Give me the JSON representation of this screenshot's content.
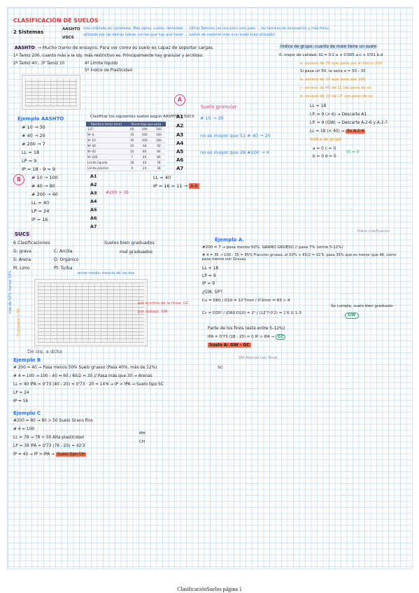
{
  "title": "CLASIFICACIÓN DE SUELOS",
  "sistemas": {
    "label": "2 Sistemas",
    "aashto": "AASHTO",
    "uscs": "USCS",
    "note1": "más utilizada en carreteras. Más datos, suelos, densidad, ... (Otra) Tamices (se usa poco solo para ... los tamices de excavación y más finos)",
    "note2": "utilizado por las demás (obras con las que hay que hacer ... suelos de material más a un suelo más utilizado)"
  },
  "aashto_line": {
    "label": "AASHTO",
    "text1": "→ Mucho tramo de ensayos. Para ver como es suelo es capaz de soportar cargas.",
    "t1": "1º Tamiz 200, cuanto más a la izq. más restrictivo es. Principalmente hay granular y arcilloso.",
    "t2": "2º Tamiz 40 , 3º Tamiz 10",
    "t3": "4º Límite líquido",
    "t4": "5º Índice de Plasticidad"
  },
  "indice_grupo": {
    "title": "Índice de grupo: cuanto de malo tiene un suelo",
    "formula": "0: mejor de calidad. IG = 0'2 a + 0'005 a.c + 0'01 b.d",
    "a": "a: exceso de 35 que pasa por el tamiz 200",
    "ex1": "Si pasa un 50, la sería a = 50 - 35",
    "b": "b: exceso de 15 que pasa por 200",
    "c": "c: exceso de 40 de LL (en peso de so",
    "d": "d: exceso de 10 de I.P. (en peso de so"
  },
  "suelo_granular": "Suelo granular",
  "circle_a": "A",
  "circle_b": "B",
  "a_rows": {
    "a1": "A1",
    "a2": "A2",
    "a3": "A3",
    "a4": "A4",
    "a5": "A5",
    "a6": "A6",
    "a7": "A7",
    "arrow1": "# 10 → 30",
    "arrow2": "no es mayor que 51 # 40 → 20",
    "arrow3": "no es mayor que 36 #200 → 4"
  },
  "ejemplo_aashto": {
    "title": "Ejemplo AASHTO",
    "rows": [
      "# 10 → 30",
      "# 40 → 20",
      "# 200 → 7",
      "LL = 18",
      "LP = 9",
      "IP = 18 - 9 = 9"
    ]
  },
  "table": {
    "caption": "Clasificar los siguientes suelos según AASHTO y SUCS",
    "headers": [
      "Abertura tamiz (mm)",
      "Porcentaje que pasa",
      "",
      ""
    ],
    "rows": [
      [
        "1/2\"",
        "60",
        "100",
        "100"
      ],
      [
        "Nº 4",
        "35",
        "100",
        "100"
      ],
      [
        "Nº 10",
        "30",
        "100",
        "100"
      ],
      [
        "Nº 40",
        "20",
        "98",
        "92"
      ],
      [
        "Nº 60",
        "10",
        "80",
        "80"
      ],
      [
        "Nº 200",
        "7",
        "40",
        "80"
      ],
      [
        "Límite líquido",
        "18",
        "40",
        "78"
      ],
      [
        "Límite plástico",
        "9",
        "24",
        "38"
      ]
    ]
  },
  "right_ll": {
    "ll": "LL = 18",
    "ip1": "I.P. = 9 (> 6) → Descarte A1",
    "ip2": "I.P. = 9 (GW) → Descarte A-2-6 y A-2-7",
    "ll2": "LL = 18 (< 40) →",
    "es": "Es A-2-4",
    "ig": "Indica de grupo",
    "ig1": "a = 0   c = 0",
    "ig2": "b = 0   d = 0",
    "ig3": "IG = 0"
  },
  "ejemplo_b_short": {
    "rows": [
      "# 10 → 100",
      "# 40 → 90",
      "# 200 → 40",
      "LL = 40",
      "LP = 24",
      "IP = 16"
    ],
    "a_list": [
      "A1",
      "A2",
      "A3",
      "A4",
      "A5",
      "A6",
      "A7"
    ],
    "note": "#200 > 36",
    "ll": "LL = 40",
    "ip": "IP = 16 > 11 →",
    "result": "A-6"
  },
  "sucs": {
    "label": "SUCS",
    "title": "6 Clasificaciones",
    "bien": "Suelos bien graduados",
    "mal": "mal graduados",
    "g": "G: grava",
    "c": "C: Arcilla",
    "s": "S: Arena",
    "o": "O: Orgánico",
    "m": "M: Limo",
    "pt": "Pt: Turba",
    "entre": "entre medio: mezcla de los dos",
    "encima": "por encima de la línea: GC",
    "debajo": "por debajo: GM",
    "side1": "más de 50% menos 50%",
    "side2": "% gruesos > 50",
    "izq": "De izq. a dcha"
  },
  "ejemplo_a": {
    "title": "Ejemplo A.",
    "r1": "#200 = 7 → pasa menos 50%, GRANO GRUESO // pasa 7% (entre 5-12%)",
    "r2": "# 4 = 35 → 100 - 35 = 65% Fracción gruesa, el 50% > 65/2 = 32'5, pasa 35% que es menor que 46, como pasa menos son Gravas.",
    "r3": "LL = 18",
    "r4": "LP = 9",
    "r5": "IP = 9",
    "q": "¿GW, GP?",
    "cu": "Cu = D60 / D10 = 12'7mm / 0'2mm = 63 > 4",
    "cc": "Cc = D30² / (D60·D10) = 2² / (12'7·0'2) = 1'6 ∈ 1-3",
    "se": "Se cumple, suelo bien graduado",
    "gw": "GW",
    "finos": "Parte de los finos (está entre 5-12%)",
    "ipa": "IPA = 0'73 (18 - 20) = 0 IP > IPA →",
    "gc": "GC",
    "result": "Suelo A: GW - GC",
    "pobre": "Pobre clasificación"
  },
  "ejemplo_b": {
    "title": "Ejemplo B",
    "r1": "# 200 = 40 → Pasa menos 50% Suelo grueso (Pasa 40%, más de 12%)",
    "r2": "# 4 = 100 → 100 - 40 = 60 / 60/2 = 30 // Pasa más que 30 → Arenas",
    "r3": "LL = 40   IPA = 0'73 (40 - 20) = 0'73 · 20 = 14'6 → IP > IPA → Suelo tipo SC",
    "r4": "LP = 24",
    "r5": "IP = 16",
    "sm": "SM  Arenas con finos",
    "sc": "SC"
  },
  "ejemplo_c": {
    "title": "Ejemplo C",
    "r1": "#200 = 80 → 80 > 50 Suelo Grano fino",
    "r2": "# 4 = 100",
    "r3": "LL = 78 → 78 > 50 Alta plasticidad",
    "r4": "LP = 38   IPA = 0'73 (78 - 20) = 42'3",
    "r5": "IP = 43 → IP > IPA →",
    "result": "Suelo tipo CH",
    "mh": "MH",
    "ch": "CH"
  },
  "footer": "ClasificaciónSuelos página 1"
}
